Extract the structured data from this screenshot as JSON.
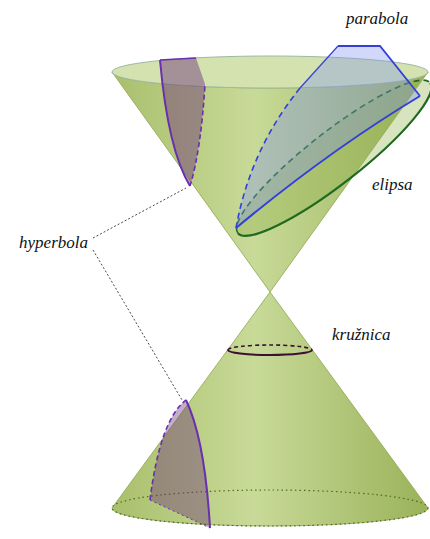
{
  "diagram": {
    "labels": [
      "parabola",
      "elipsa",
      "hyperbola",
      "kružnica"
    ]
  }
}
